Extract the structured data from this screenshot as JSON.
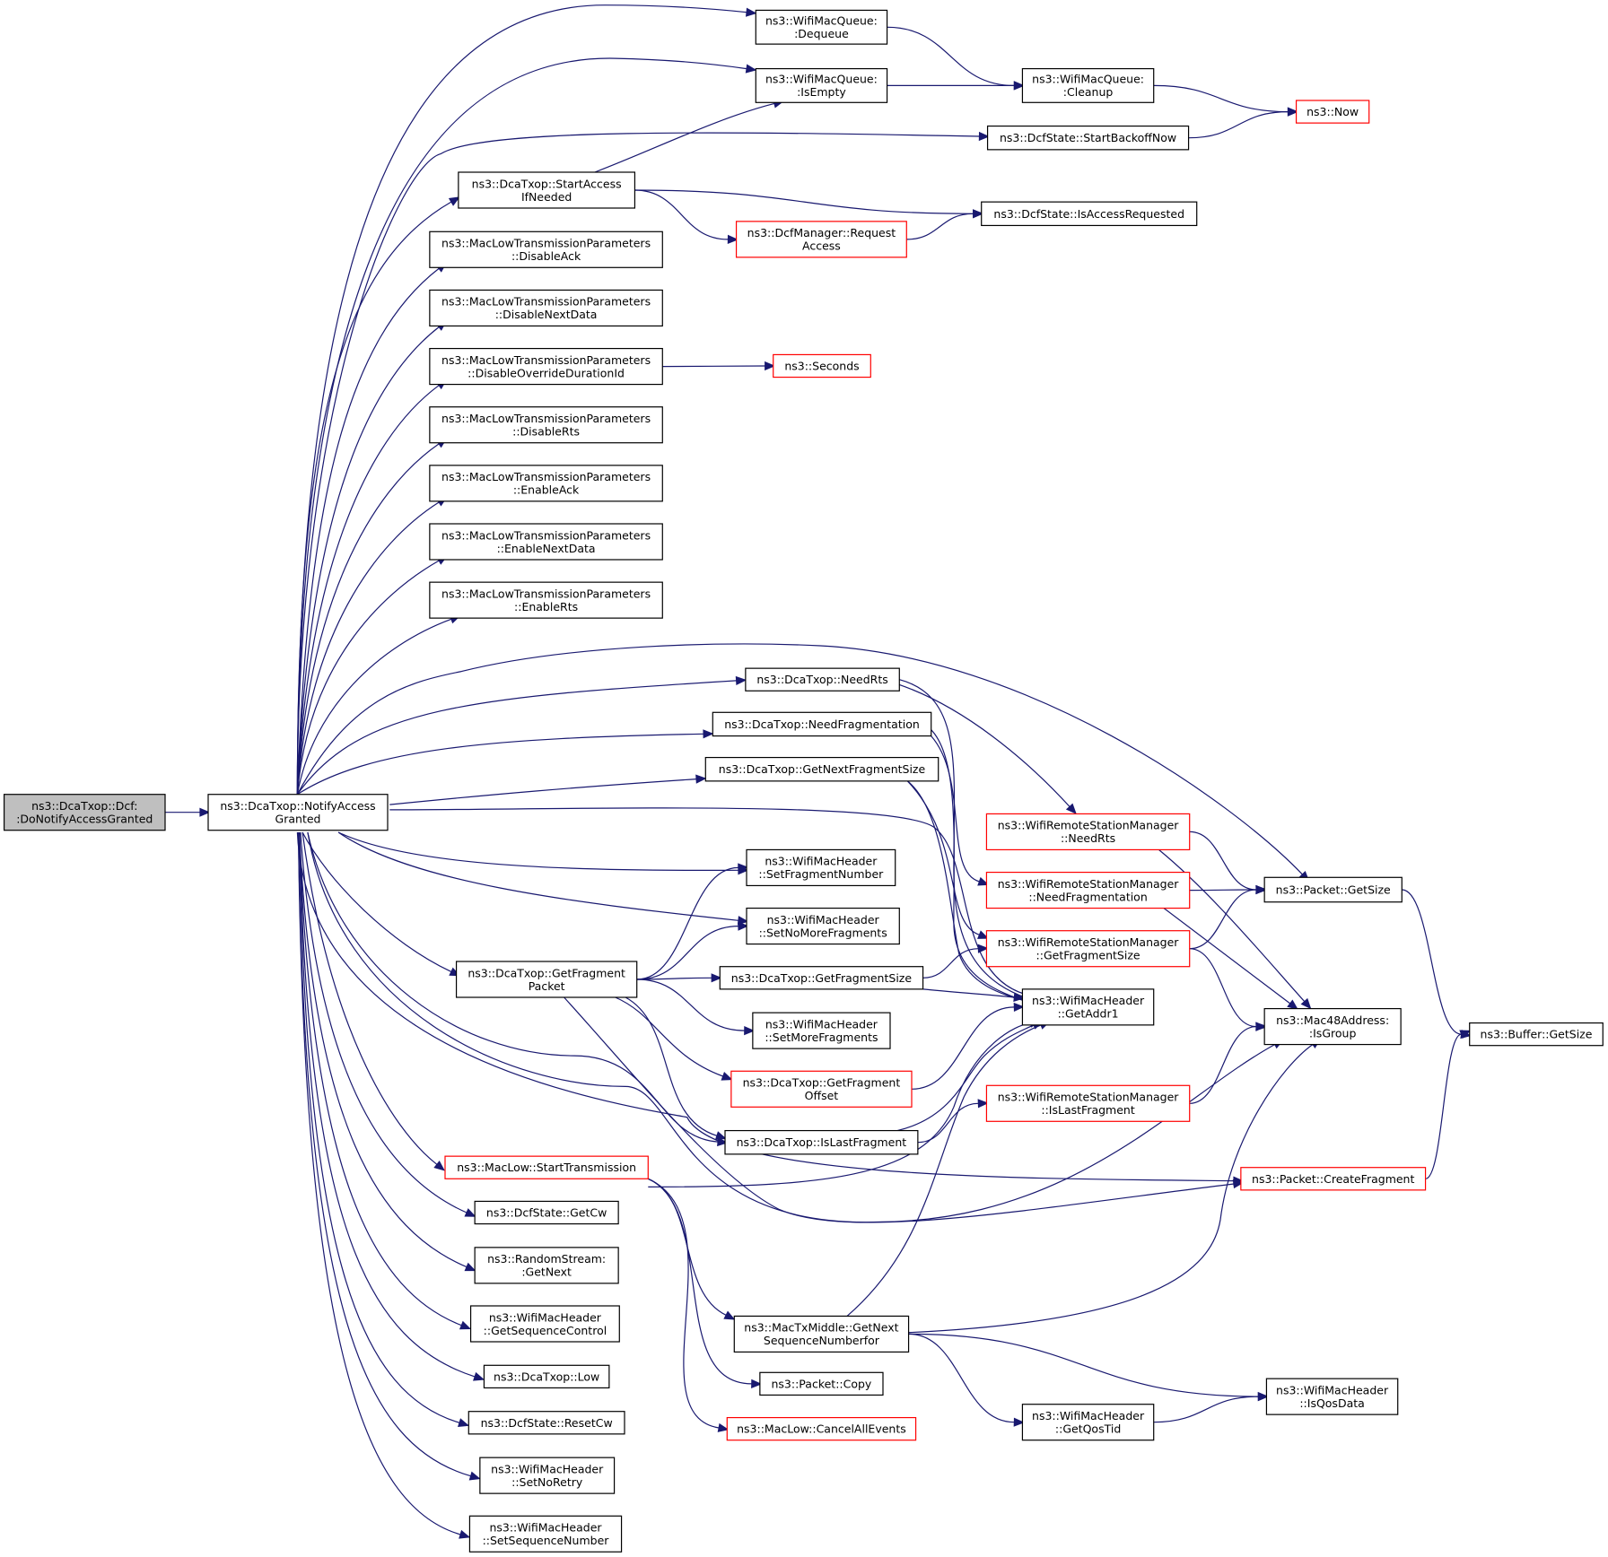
{
  "diagram": {
    "title": "",
    "colors": {
      "edge": "#191970",
      "normal_border": "#000000",
      "truncated_border": "#ff0000",
      "root_fill": "#bfbfbf",
      "node_fill": "#ffffff"
    },
    "nodes": [
      {
        "id": "root",
        "lines": [
          "ns3::DcaTxop::Dcf:",
          ":DoNotifyAccessGranted"
        ],
        "style": "root"
      },
      {
        "id": "nag",
        "lines": [
          "ns3::DcaTxop::NotifyAccess",
          "Granted"
        ],
        "style": "normal"
      },
      {
        "id": "deq",
        "lines": [
          "ns3::WifiMacQueue:",
          ":Dequeue"
        ],
        "style": "normal"
      },
      {
        "id": "isempty",
        "lines": [
          "ns3::WifiMacQueue:",
          ":IsEmpty"
        ],
        "style": "normal"
      },
      {
        "id": "cleanup",
        "lines": [
          "ns3::WifiMacQueue:",
          ":Cleanup"
        ],
        "style": "normal"
      },
      {
        "id": "now",
        "lines": [
          "ns3::Now"
        ],
        "style": "truncated"
      },
      {
        "id": "sbn",
        "lines": [
          "ns3::DcfState::StartBackoffNow"
        ],
        "style": "normal"
      },
      {
        "id": "saif",
        "lines": [
          "ns3::DcaTxop::StartAccess",
          "IfNeeded"
        ],
        "style": "normal"
      },
      {
        "id": "iar",
        "lines": [
          "ns3::DcfState::IsAccessRequested"
        ],
        "style": "normal"
      },
      {
        "id": "reqacc",
        "lines": [
          "ns3::DcfManager::Request",
          "Access"
        ],
        "style": "truncated"
      },
      {
        "id": "disack",
        "lines": [
          "ns3::MacLowTransmissionParameters",
          "::DisableAck"
        ],
        "style": "normal"
      },
      {
        "id": "disnext",
        "lines": [
          "ns3::MacLowTransmissionParameters",
          "::DisableNextData"
        ],
        "style": "normal"
      },
      {
        "id": "disover",
        "lines": [
          "ns3::MacLowTransmissionParameters",
          "::DisableOverrideDurationId"
        ],
        "style": "normal"
      },
      {
        "id": "seconds",
        "lines": [
          "ns3::Seconds"
        ],
        "style": "truncated"
      },
      {
        "id": "disrts",
        "lines": [
          "ns3::MacLowTransmissionParameters",
          "::DisableRts"
        ],
        "style": "normal"
      },
      {
        "id": "enack",
        "lines": [
          "ns3::MacLowTransmissionParameters",
          "::EnableAck"
        ],
        "style": "normal"
      },
      {
        "id": "ennext",
        "lines": [
          "ns3::MacLowTransmissionParameters",
          "::EnableNextData"
        ],
        "style": "normal"
      },
      {
        "id": "enrts",
        "lines": [
          "ns3::MacLowTransmissionParameters",
          "::EnableRts"
        ],
        "style": "normal"
      },
      {
        "id": "needrts",
        "lines": [
          "ns3::DcaTxop::NeedRts"
        ],
        "style": "normal"
      },
      {
        "id": "needfrag",
        "lines": [
          "ns3::DcaTxop::NeedFragmentation"
        ],
        "style": "normal"
      },
      {
        "id": "gnfs",
        "lines": [
          "ns3::DcaTxop::GetNextFragmentSize"
        ],
        "style": "normal"
      },
      {
        "id": "rsm_needrts",
        "lines": [
          "ns3::WifiRemoteStationManager",
          "::NeedRts"
        ],
        "style": "truncated"
      },
      {
        "id": "rsm_needfrag",
        "lines": [
          "ns3::WifiRemoteStationManager",
          "::NeedFragmentation"
        ],
        "style": "truncated"
      },
      {
        "id": "rsm_gfs",
        "lines": [
          "ns3::WifiRemoteStationManager",
          "::GetFragmentSize"
        ],
        "style": "truncated"
      },
      {
        "id": "pkt_getsize",
        "lines": [
          "ns3::Packet::GetSize"
        ],
        "style": "normal"
      },
      {
        "id": "setfragnum",
        "lines": [
          "ns3::WifiMacHeader",
          "::SetFragmentNumber"
        ],
        "style": "normal"
      },
      {
        "id": "setnomore",
        "lines": [
          "ns3::WifiMacHeader",
          "::SetNoMoreFragments"
        ],
        "style": "normal"
      },
      {
        "id": "gfp",
        "lines": [
          "ns3::DcaTxop::GetFragment",
          "Packet"
        ],
        "style": "normal"
      },
      {
        "id": "gfsize",
        "lines": [
          "ns3::DcaTxop::GetFragmentSize"
        ],
        "style": "normal"
      },
      {
        "id": "getaddr1",
        "lines": [
          "ns3::WifiMacHeader",
          "::GetAddr1"
        ],
        "style": "normal"
      },
      {
        "id": "setmore",
        "lines": [
          "ns3::WifiMacHeader",
          "::SetMoreFragments"
        ],
        "style": "normal"
      },
      {
        "id": "isgroup",
        "lines": [
          "ns3::Mac48Address:",
          ":IsGroup"
        ],
        "style": "normal"
      },
      {
        "id": "buf_getsize",
        "lines": [
          "ns3::Buffer::GetSize"
        ],
        "style": "normal"
      },
      {
        "id": "gfoff",
        "lines": [
          "ns3::DcaTxop::GetFragment",
          "Offset"
        ],
        "style": "truncated"
      },
      {
        "id": "rsm_islast",
        "lines": [
          "ns3::WifiRemoteStationManager",
          "::IsLastFragment"
        ],
        "style": "truncated"
      },
      {
        "id": "islast",
        "lines": [
          "ns3::DcaTxop::IsLastFragment"
        ],
        "style": "normal"
      },
      {
        "id": "starttx",
        "lines": [
          "ns3::MacLow::StartTransmission"
        ],
        "style": "truncated"
      },
      {
        "id": "createfrag",
        "lines": [
          "ns3::Packet::CreateFragment"
        ],
        "style": "truncated"
      },
      {
        "id": "getcw",
        "lines": [
          "ns3::DcfState::GetCw"
        ],
        "style": "normal"
      },
      {
        "id": "getnext",
        "lines": [
          "ns3::RandomStream:",
          ":GetNext"
        ],
        "style": "normal"
      },
      {
        "id": "getseqctl",
        "lines": [
          "ns3::WifiMacHeader",
          "::GetSequenceControl"
        ],
        "style": "normal"
      },
      {
        "id": "gnsn",
        "lines": [
          "ns3::MacTxMiddle::GetNext",
          "SequenceNumberfor"
        ],
        "style": "normal"
      },
      {
        "id": "low",
        "lines": [
          "ns3::DcaTxop::Low"
        ],
        "style": "normal"
      },
      {
        "id": "pkt_copy",
        "lines": [
          "ns3::Packet::Copy"
        ],
        "style": "normal"
      },
      {
        "id": "isqosdata",
        "lines": [
          "ns3::WifiMacHeader",
          "::IsQosData"
        ],
        "style": "normal"
      },
      {
        "id": "resetcw",
        "lines": [
          "ns3::DcfState::ResetCw"
        ],
        "style": "normal"
      },
      {
        "id": "cancelall",
        "lines": [
          "ns3::MacLow::CancelAllEvents"
        ],
        "style": "truncated"
      },
      {
        "id": "getqostid",
        "lines": [
          "ns3::WifiMacHeader",
          "::GetQosTid"
        ],
        "style": "normal"
      },
      {
        "id": "setnoretry",
        "lines": [
          "ns3::WifiMacHeader",
          "::SetNoRetry"
        ],
        "style": "normal"
      },
      {
        "id": "setseqnum",
        "lines": [
          "ns3::WifiMacHeader",
          "::SetSequenceNumber"
        ],
        "style": "normal"
      }
    ],
    "edges": [
      [
        "root",
        "nag"
      ],
      [
        "nag",
        "deq"
      ],
      [
        "nag",
        "isempty"
      ],
      [
        "nag",
        "sbn"
      ],
      [
        "nag",
        "saif"
      ],
      [
        "nag",
        "disack"
      ],
      [
        "nag",
        "disnext"
      ],
      [
        "nag",
        "disover"
      ],
      [
        "nag",
        "disrts"
      ],
      [
        "nag",
        "enack"
      ],
      [
        "nag",
        "ennext"
      ],
      [
        "nag",
        "enrts"
      ],
      [
        "nag",
        "pkt_getsize"
      ],
      [
        "nag",
        "needrts"
      ],
      [
        "nag",
        "needfrag"
      ],
      [
        "nag",
        "gnfs"
      ],
      [
        "nag",
        "getaddr1"
      ],
      [
        "nag",
        "setfragnum"
      ],
      [
        "nag",
        "setnomore"
      ],
      [
        "nag",
        "gfp"
      ],
      [
        "nag",
        "islast"
      ],
      [
        "nag",
        "isgroup"
      ],
      [
        "nag",
        "starttx"
      ],
      [
        "nag",
        "getcw"
      ],
      [
        "nag",
        "getnext"
      ],
      [
        "nag",
        "getseqctl"
      ],
      [
        "nag",
        "low"
      ],
      [
        "nag",
        "resetcw"
      ],
      [
        "nag",
        "setnoretry"
      ],
      [
        "nag",
        "setseqnum"
      ],
      [
        "nag",
        "createfrag"
      ],
      [
        "deq",
        "cleanup"
      ],
      [
        "isempty",
        "cleanup"
      ],
      [
        "cleanup",
        "now"
      ],
      [
        "sbn",
        "now"
      ],
      [
        "saif",
        "isempty"
      ],
      [
        "saif",
        "iar"
      ],
      [
        "saif",
        "reqacc"
      ],
      [
        "reqacc",
        "iar"
      ],
      [
        "disover",
        "seconds"
      ],
      [
        "needrts",
        "rsm_needrts"
      ],
      [
        "needrts",
        "getaddr1"
      ],
      [
        "needfrag",
        "rsm_needfrag"
      ],
      [
        "needfrag",
        "getaddr1"
      ],
      [
        "gnfs",
        "rsm_gfs"
      ],
      [
        "gnfs",
        "getaddr1"
      ],
      [
        "rsm_needrts",
        "pkt_getsize"
      ],
      [
        "rsm_needrts",
        "isgroup"
      ],
      [
        "rsm_needfrag",
        "pkt_getsize"
      ],
      [
        "rsm_needfrag",
        "isgroup"
      ],
      [
        "rsm_gfs",
        "pkt_getsize"
      ],
      [
        "rsm_gfs",
        "isgroup"
      ],
      [
        "pkt_getsize",
        "buf_getsize"
      ],
      [
        "gfp",
        "setfragnum"
      ],
      [
        "gfp",
        "setnomore"
      ],
      [
        "gfp",
        "gfsize"
      ],
      [
        "gfp",
        "setmore"
      ],
      [
        "gfp",
        "gfoff"
      ],
      [
        "gfp",
        "islast"
      ],
      [
        "gfp",
        "createfrag"
      ],
      [
        "gfsize",
        "rsm_gfs"
      ],
      [
        "gfsize",
        "getaddr1"
      ],
      [
        "gfoff",
        "getaddr1"
      ],
      [
        "islast",
        "rsm_islast"
      ],
      [
        "islast",
        "getaddr1"
      ],
      [
        "rsm_islast",
        "isgroup"
      ],
      [
        "createfrag",
        "buf_getsize"
      ],
      [
        "starttx",
        "getaddr1"
      ],
      [
        "starttx",
        "gnsn"
      ],
      [
        "starttx",
        "pkt_copy"
      ],
      [
        "starttx",
        "cancelall"
      ],
      [
        "gnsn",
        "getaddr1"
      ],
      [
        "gnsn",
        "isgroup"
      ],
      [
        "gnsn",
        "isqosdata"
      ],
      [
        "gnsn",
        "getqostid"
      ],
      [
        "getqostid",
        "isqosdata"
      ]
    ]
  }
}
